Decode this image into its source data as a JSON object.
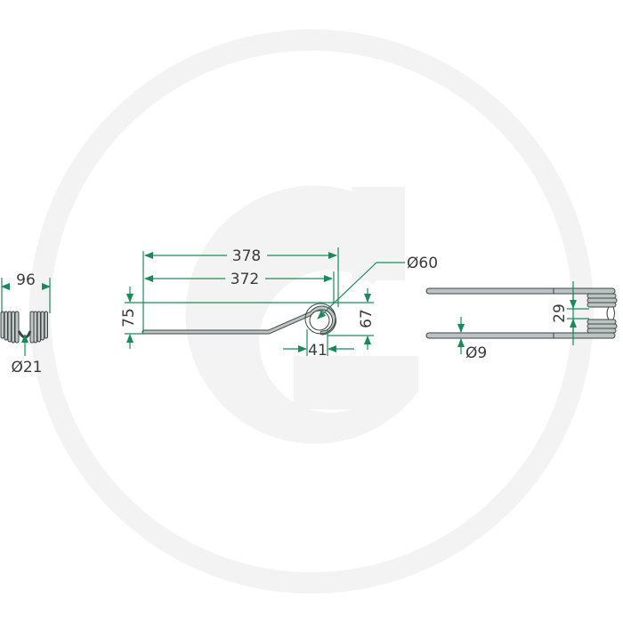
{
  "colors": {
    "background": "#ffffff",
    "watermark": "#f2f2f2",
    "dimension": "#1a8a5a",
    "part_fill": "#b9c0c0",
    "part_stroke": "#3d4444",
    "text": "#3a3a3a"
  },
  "watermark": {
    "logo": "G-circle-logo"
  },
  "views": {
    "end_view": {
      "width_label": "96",
      "coil_wire_label": "Ø21"
    },
    "side_view": {
      "overall_length_label": "378",
      "straight_length_label": "372",
      "height_left_label": "75",
      "height_right_label": "67",
      "coil_diameter_label": "Ø60",
      "coil_width_label": "41"
    },
    "top_view": {
      "gap_label": "29",
      "wire_diameter_label": "Ø9"
    }
  }
}
